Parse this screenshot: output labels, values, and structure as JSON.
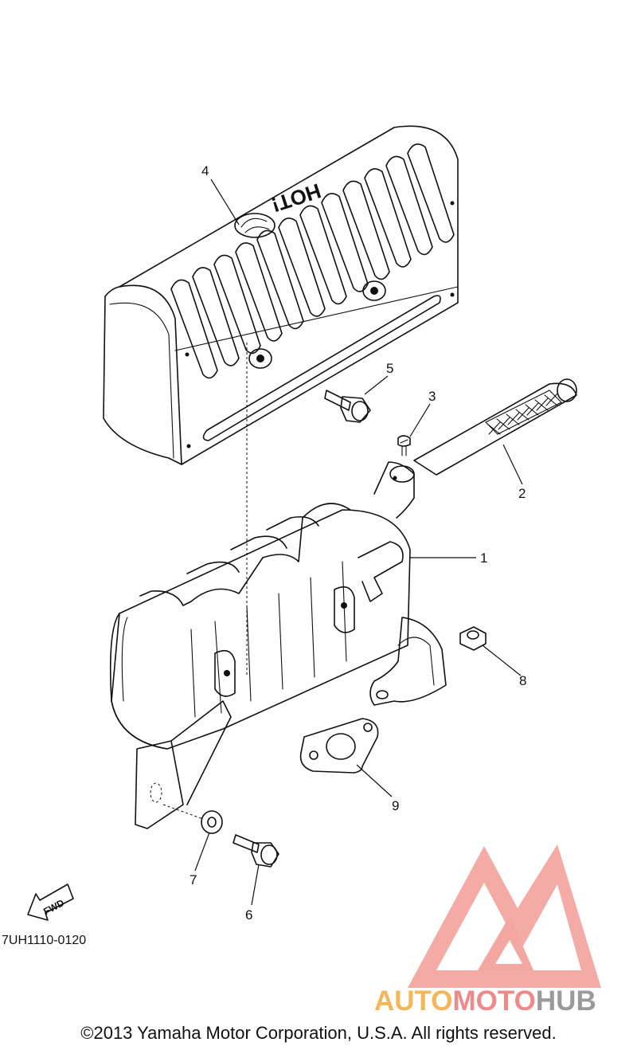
{
  "diagram": {
    "code": "7UH1110-0120",
    "fwd_label": "FWD",
    "callouts": [
      {
        "id": "1",
        "label": "1"
      },
      {
        "id": "2",
        "label": "2"
      },
      {
        "id": "3",
        "label": "3"
      },
      {
        "id": "4",
        "label": "4"
      },
      {
        "id": "5",
        "label": "5"
      },
      {
        "id": "6",
        "label": "6"
      },
      {
        "id": "7",
        "label": "7"
      },
      {
        "id": "8",
        "label": "8"
      },
      {
        "id": "9",
        "label": "9"
      }
    ],
    "heat_shield_text": "HOT!"
  },
  "watermark": {
    "text_part1": "AUTO",
    "text_part2": "MOTO",
    "text_part3": "HUB",
    "color_part1": "#f5b65a",
    "color_part2": "#f08a8a",
    "color_part3": "#9a9a9a",
    "logo_color": "#f4a6a0"
  },
  "footer": {
    "copyright": "©2013 Yamaha Motor Corporation, U.S.A. All rights reserved."
  }
}
